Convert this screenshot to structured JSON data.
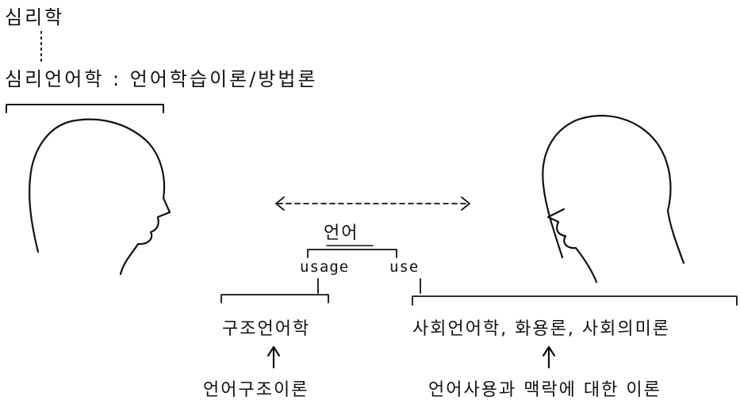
{
  "labels": {
    "psychology": "심리학",
    "psycholinguistics": "심리언어학 : 언어학습이론/방법론",
    "language": "언어",
    "usage": "usage",
    "use": "use",
    "structural_linguistics": "구조언어학",
    "language_structure_theory": "언어구조이론",
    "social_fields": "사회언어학, 화용론, 사회의미론",
    "use_and_context_theory": "언어사용과 맥락에 대한 이론"
  },
  "colors": {
    "ink": "#111111",
    "background": "#ffffff"
  }
}
